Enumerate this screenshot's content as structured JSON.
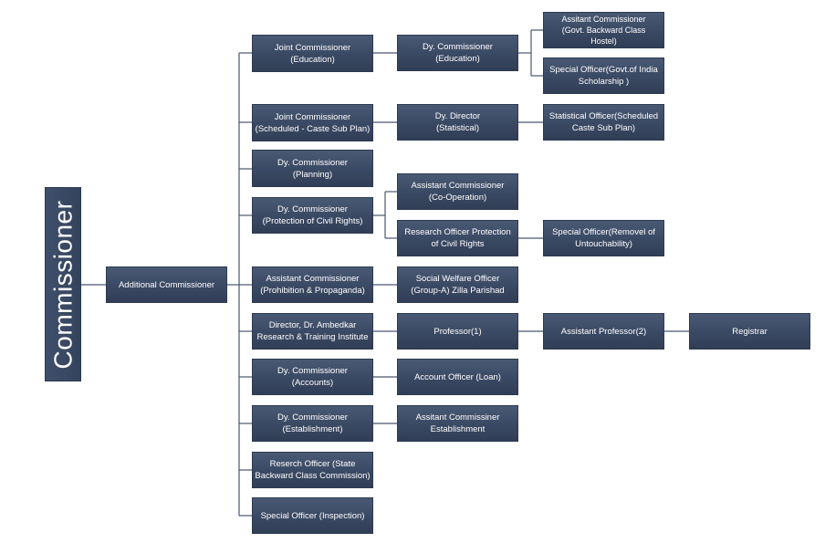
{
  "root": "Commissioner",
  "additional": "Additional Commissioner",
  "branches": [
    {
      "text": "Joint Commissioner\n(Education)"
    },
    {
      "text": "Joint Commissioner\n(Scheduled - Caste Sub Plan)"
    },
    {
      "text": "Dy. Commissioner\n(Planning)"
    },
    {
      "text": "Dy. Commissioner\n(Protection of Civil Rights)"
    },
    {
      "text": "Assistant Commissioner\n(Prohibition &  Propaganda)"
    },
    {
      "text": "Director, Dr. Ambedkar\nResearch & Training Institute"
    },
    {
      "text": "Dy. Commissioner\n(Accounts)"
    },
    {
      "text": "Dy. Commissioner\n(Establishment)"
    },
    {
      "text": "Reserch Officer (State\nBackward Class Commission)"
    },
    {
      "text": "Special Officer (Inspection)"
    }
  ],
  "level3": [
    {
      "text": "Dy. Commissioner\n(Education)"
    },
    {
      "text": "Dy. Director\n(Statistical)"
    },
    {
      "text": "Assistant Commissioner\n(Co-Operation)"
    },
    {
      "text": "Research Officer Protection\nof Civil Rights"
    },
    {
      "text": "Social Welfare Officer\n(Group-A) Zilla Parishad"
    },
    {
      "text": "Professor(1)"
    },
    {
      "text": "Account Officer (Loan)"
    },
    {
      "text": "Assitant Commissiner\nEstablishment"
    }
  ],
  "level4": [
    {
      "text": "Assitant Commissioner\n(Govt. Backward Class\nHostel)"
    },
    {
      "text": "Special Officer(Govt.of India\nScholarship )"
    },
    {
      "text": "Statistical Officer(Scheduled\nCaste Sub Plan)"
    },
    {
      "text": "Special Officer(Removel of\nUntouchability)"
    },
    {
      "text": "Assistant Professor(2)"
    }
  ],
  "level5": [
    {
      "text": "Registrar"
    }
  ],
  "colors": {
    "box": "#3a4963",
    "line": "#4a5670"
  }
}
